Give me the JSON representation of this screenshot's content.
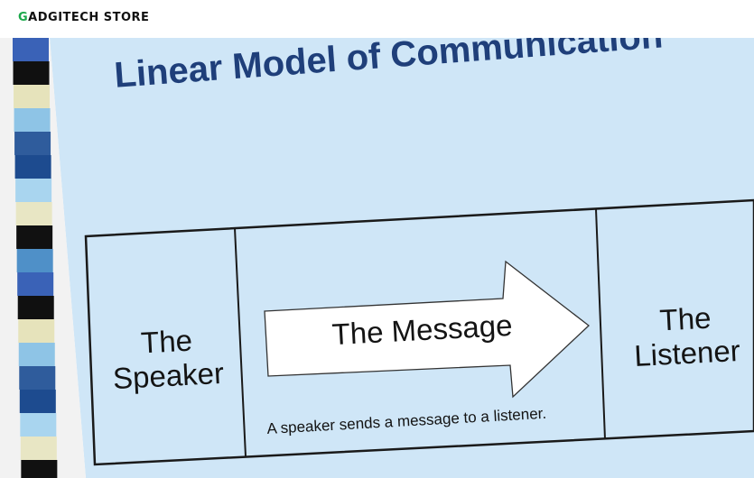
{
  "brand": {
    "prefix": "G",
    "rest": "ADGITECH STORE"
  },
  "slide": {
    "title": "Linear Model of Communication",
    "speaker_line1": "The",
    "speaker_line2": "Speaker",
    "message": "The Message",
    "listener_line1": "The",
    "listener_line2": "Listener",
    "caption": "A speaker sends a message to a listener."
  },
  "colors": {
    "slide_background": "#cfe6f7",
    "title": "#1f3f7a",
    "stripes": [
      "#3a62b7",
      "#101010",
      "#e6e3bb",
      "#8ec4e6",
      "#2f5c9c",
      "#1d4b8f",
      "#a9d5ef",
      "#e8e6c4",
      "#111111",
      "#4f90c8"
    ]
  }
}
